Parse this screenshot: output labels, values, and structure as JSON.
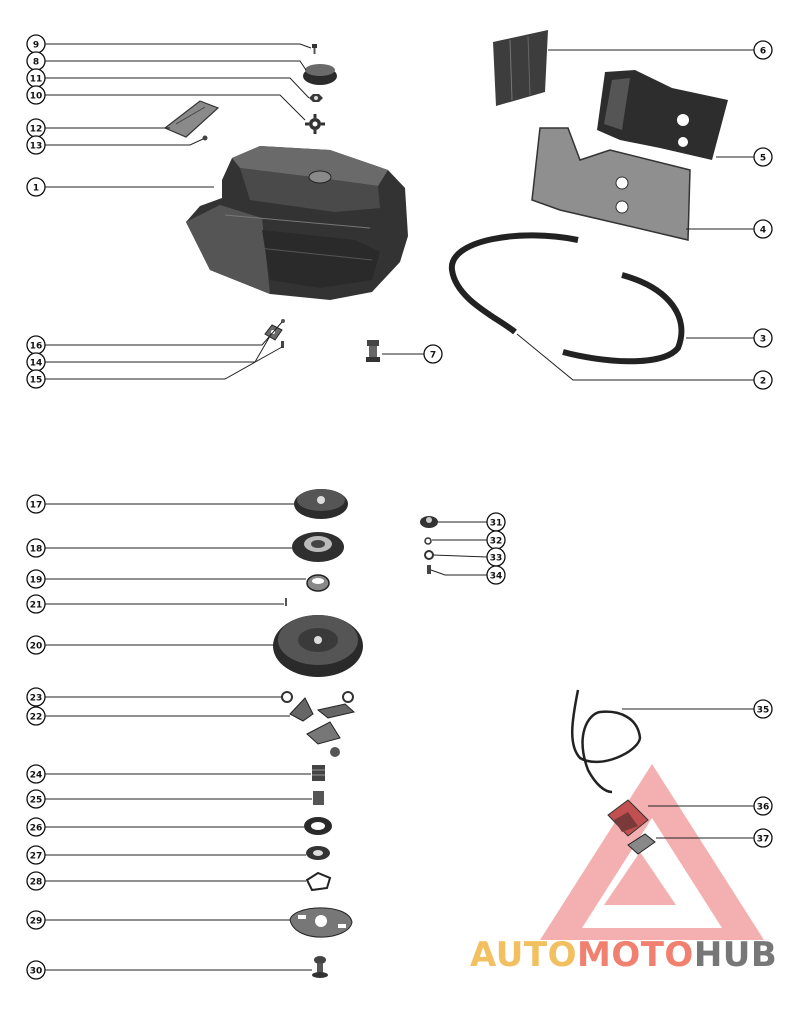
{
  "diagram": {
    "callouts": [
      {
        "id": "9",
        "label": "9"
      },
      {
        "id": "8",
        "label": "8"
      },
      {
        "id": "11",
        "label": "11"
      },
      {
        "id": "10",
        "label": "10"
      },
      {
        "id": "12",
        "label": "12"
      },
      {
        "id": "13",
        "label": "13"
      },
      {
        "id": "1",
        "label": "1"
      },
      {
        "id": "16",
        "label": "16"
      },
      {
        "id": "14",
        "label": "14"
      },
      {
        "id": "15",
        "label": "15"
      },
      {
        "id": "7",
        "label": "7"
      },
      {
        "id": "6",
        "label": "6"
      },
      {
        "id": "5",
        "label": "5"
      },
      {
        "id": "4",
        "label": "4"
      },
      {
        "id": "3",
        "label": "3"
      },
      {
        "id": "2",
        "label": "2"
      },
      {
        "id": "17",
        "label": "17"
      },
      {
        "id": "18",
        "label": "18"
      },
      {
        "id": "19",
        "label": "19"
      },
      {
        "id": "21",
        "label": "21"
      },
      {
        "id": "20",
        "label": "20"
      },
      {
        "id": "23",
        "label": "23"
      },
      {
        "id": "22",
        "label": "22"
      },
      {
        "id": "24",
        "label": "24"
      },
      {
        "id": "25",
        "label": "25"
      },
      {
        "id": "26",
        "label": "26"
      },
      {
        "id": "27",
        "label": "27"
      },
      {
        "id": "28",
        "label": "28"
      },
      {
        "id": "29",
        "label": "29"
      },
      {
        "id": "30",
        "label": "30"
      },
      {
        "id": "31",
        "label": "31"
      },
      {
        "id": "32",
        "label": "32"
      },
      {
        "id": "33",
        "label": "33"
      },
      {
        "id": "34",
        "label": "34"
      },
      {
        "id": "35",
        "label": "35"
      },
      {
        "id": "36",
        "label": "36"
      },
      {
        "id": "37",
        "label": "37"
      }
    ]
  },
  "watermark": {
    "part1": "AUTO",
    "part2": "MOTO",
    "part3": "HUB",
    "colors": {
      "auto": "#f2c060",
      "moto": "#f08070",
      "hub": "#777777",
      "triangle": "#f4a0a0"
    }
  }
}
